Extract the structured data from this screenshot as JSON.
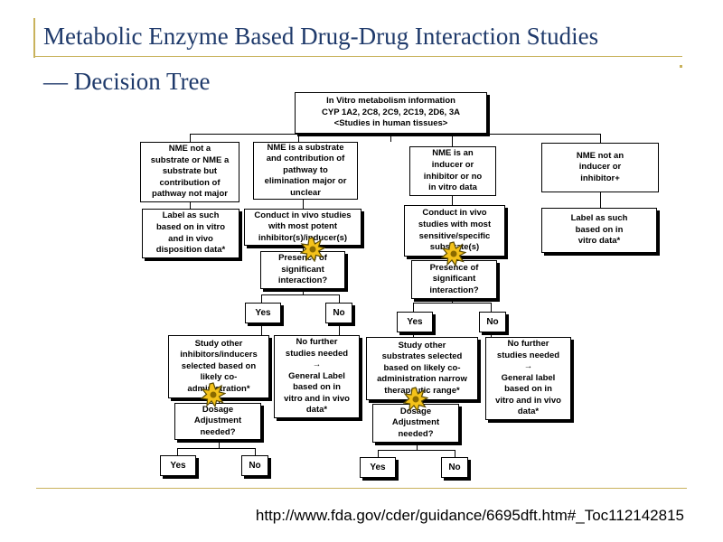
{
  "slide": {
    "title_line1": "Metabolic Enzyme Based Drug-Drug Interaction Studies",
    "title_line2": "— Decision Tree",
    "source_url": "http://www.fda.gov/cder/guidance/6695dft.htm#_Toc112142815"
  },
  "tree": {
    "root": "In Vitro metabolism information\nCYP 1A2, 2C8, 2C9, 2C19, 2D6, 3A\n<Studies in human tissues>",
    "branches": {
      "nme_not_substrate": "NME not a\nsubstrate or NME a\nsubstrate but\ncontribution of\npathway not major",
      "nme_substrate": "NME is a substrate\nand contribution of\npathway to\nelimination major or\nunclear",
      "nme_inducer": "NME is an\ninducer or\ninhibitor or no\nin vitro data",
      "nme_not_inducer": "NME not an\ninducer or\ninhibitor+"
    },
    "label_vitro_vivo": "Label as such\nbased on in vitro\nand in vivo\ndisposition data*",
    "conduct_left": "Conduct in vivo studies\nwith most potent\ninhibitor(s)/inducer(s)",
    "conduct_right": "Conduct in vivo\nstudies with most\nsensitive/specific\nsubstrate(s)",
    "label_vitro": "Label as such\nbased on in\nvitro data*",
    "presence_left": "Presence of\nsignificant\ninteraction?",
    "presence_right": "Presence of\nsignificant\ninteraction?",
    "yes": "Yes",
    "no": "No",
    "study_left": "Study other\ninhibitors/inducers\nselected based on\nlikely co-\nadministration*",
    "study_right": "Study other\nsubstrates selected\nbased on likely co-\nadministration narrow\ntherapeutic range*",
    "no_further_left": "No further\nstudies needed\n→\nGeneral Label\nbased on in\nvitro and in vivo\ndata*",
    "no_further_right": "No further\nstudies needed\n→\nGeneral label\nbased on in\nvitro and in vivo\ndata*",
    "dosage": "Dosage\nAdjustment\nneeded?"
  },
  "colors": {
    "title": "#1f3a6b",
    "accent": "#c9b25c",
    "star": "#f4c21a"
  },
  "icons": [
    "star-burst-icon"
  ]
}
